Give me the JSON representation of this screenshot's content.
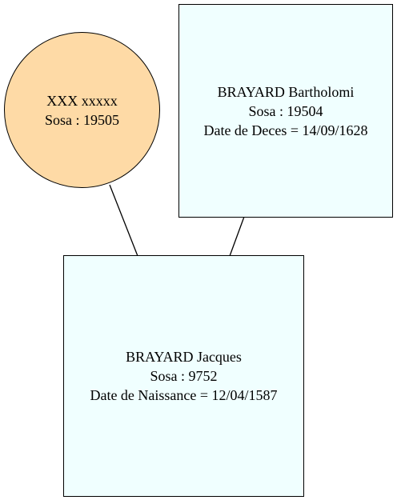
{
  "colors": {
    "person_fill": "#f0ffff",
    "unknown_fill": "#fedaa6",
    "stroke": "#000000"
  },
  "nodes": {
    "mother": {
      "name": "XXX xxxxx",
      "sosa": "Sosa : 19505"
    },
    "father": {
      "name": "BRAYARD Bartholomi",
      "sosa": "Sosa : 19504",
      "date": "Date de Deces = 14/09/1628"
    },
    "child": {
      "name": "BRAYARD Jacques",
      "sosa": "Sosa : 9752",
      "date": "Date de Naissance = 12/04/1587"
    }
  }
}
